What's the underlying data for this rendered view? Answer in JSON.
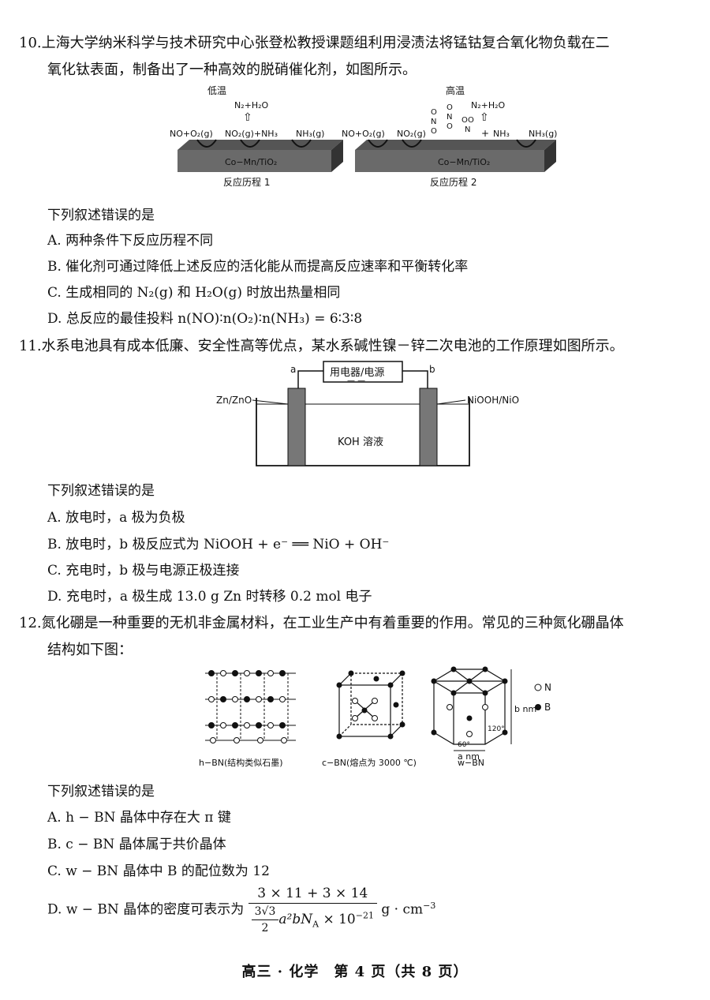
{
  "q10": {
    "number": "10.",
    "line1": "上海大学纳米科学与技术研究中心张登松教授课题组利用浸渍法将锰钴复合氧化物负载在二",
    "line2": "氧化钛表面，制备出了一种高效的脱硝催化剂，如图所示。",
    "figure": {
      "low_temp": "低温",
      "high_temp": "高温",
      "products": "N₂+H₂O",
      "no_o2": "NO+O₂(g)",
      "no2_nh3": "NO₂(g)+NH₃",
      "nh3_g": "NH₃(g)",
      "no2_g": "NO₂(g)",
      "plus": "+",
      "nh3": "NH₃",
      "slab1": "Co−Mn/TiO₂",
      "slab2": "Co−Mn/TiO₂",
      "caption1": "反应历程 1",
      "caption2": "反应历程 2"
    },
    "stem": "下列叙述错误的是",
    "options": {
      "A": "A. 两种条件下反应历程不同",
      "B": "B. 催化剂可通过降低上述反应的活化能从而提高反应速率和平衡转化率",
      "C": "C. 生成相同的 N₂(g) 和 H₂O(g) 时放出热量相同",
      "D": "D. 总反应的最佳投料 n(NO)∶n(O₂)∶n(NH₃) = 6∶3∶8"
    }
  },
  "q11": {
    "number": "11.",
    "line1": "水系电池具有成本低廉、安全性高等优点，某水系碱性镍－锌二次电池的工作原理如图所示。",
    "figure": {
      "device": "用电器/电源",
      "a": "a",
      "b": "b",
      "left_electrode": "Zn/ZnO",
      "right_electrode": "NiOOH/NiO",
      "electrolyte": "KOH 溶液"
    },
    "stem": "下列叙述错误的是",
    "options": {
      "A": "A. 放电时，a 极为负极",
      "B": "B. 放电时，b 极反应式为 NiOOH + e⁻ ══ NiO + OH⁻",
      "C": "C. 充电时，b 极与电源正极连接",
      "D": "D. 充电时，a 极生成 13.0 g Zn 时转移 0.2 mol 电子"
    }
  },
  "q12": {
    "number": "12.",
    "line1": "氮化硼是一种重要的无机非金属材料，在工业生产中有着重要的作用。常见的三种氮化硼晶体",
    "line2": "结构如下图：",
    "figure": {
      "caption_h": "h−BN(结构类似石墨)",
      "caption_c": "c−BN(熔点为 3000 ℃)",
      "caption_w": "w−BN",
      "legend_n": "N",
      "legend_b": "B",
      "b_nm": "b nm",
      "a_nm": "a nm",
      "angle1": "120°",
      "angle2": "60°"
    },
    "stem": "下列叙述错误的是",
    "options": {
      "A": "A. h − BN 晶体中存在大 π 键",
      "B": "B. c − BN 晶体属于共价晶体",
      "C": "C. w − BN 晶体中 B 的配位数为 12",
      "D_prefix": "D. w − BN 晶体的密度可表示为",
      "D_numerator": "3 × 11 + 3 × 14",
      "D_den_a": "3√3",
      "D_den_b": "2",
      "D_den_c": "a²bN",
      "D_den_sub": "A",
      "D_den_d": " × 10",
      "D_den_exp": "−21",
      "D_unit": "g · cm",
      "D_unit_exp": "−3"
    }
  },
  "footer": "高三 · 化学　第 4 页（共 8 页）"
}
